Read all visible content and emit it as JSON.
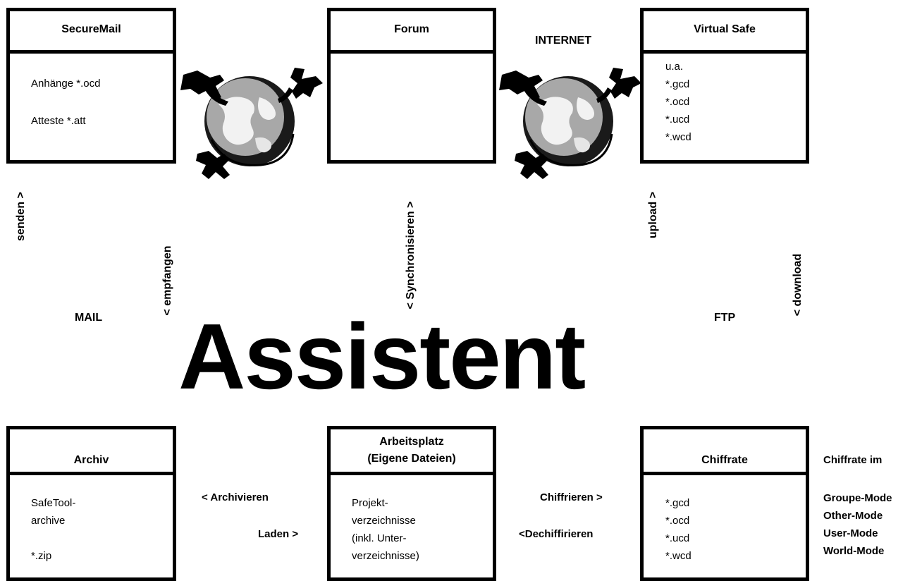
{
  "boxes": {
    "securemail": {
      "title": "SecureMail",
      "lines": [
        "Anhänge *.ocd",
        "Atteste *.att"
      ]
    },
    "forum": {
      "title": "Forum"
    },
    "virtualsafe": {
      "title": "Virtual Safe",
      "lines": [
        "u.a.",
        "*.gcd",
        "*.ocd",
        "*.ucd",
        "*.wcd"
      ]
    },
    "archiv": {
      "title": "Archiv",
      "lines": [
        "SafeTool-",
        "archive",
        "",
        "*.zip"
      ]
    },
    "arbeitsplatz": {
      "title_line1": "Arbeitsplatz",
      "title_line2": "(Eigene Dateien)",
      "lines": [
        "Projekt-",
        "verzeichnisse",
        "(inkl. Unter-",
        "verzeichnisse)"
      ]
    },
    "chiffrate": {
      "title": "Chiffrate",
      "lines": [
        "*.gcd",
        "*.ocd",
        "*.ucd",
        "*.wcd"
      ]
    }
  },
  "labels": {
    "internet": "INTERNET",
    "mail": "MAIL",
    "ftp": "FTP",
    "assistent": "Assistent",
    "senden": "senden >",
    "empfangen": "< empfangen",
    "synchronisieren": "< Synchronisieren >",
    "upload": "upload >",
    "download": "< download",
    "archivieren": "< Archivieren",
    "laden": "Laden >",
    "chiffrieren": "Chiffrieren >",
    "dechiffrieren": "<Dechiffirieren"
  },
  "modes": {
    "title": "Chiffrate im",
    "items": [
      "Groupe-Mode",
      "Other-Mode",
      "User-Mode",
      "World-Mode"
    ]
  },
  "icons": {
    "globe": "globe-with-satellites-icon"
  }
}
